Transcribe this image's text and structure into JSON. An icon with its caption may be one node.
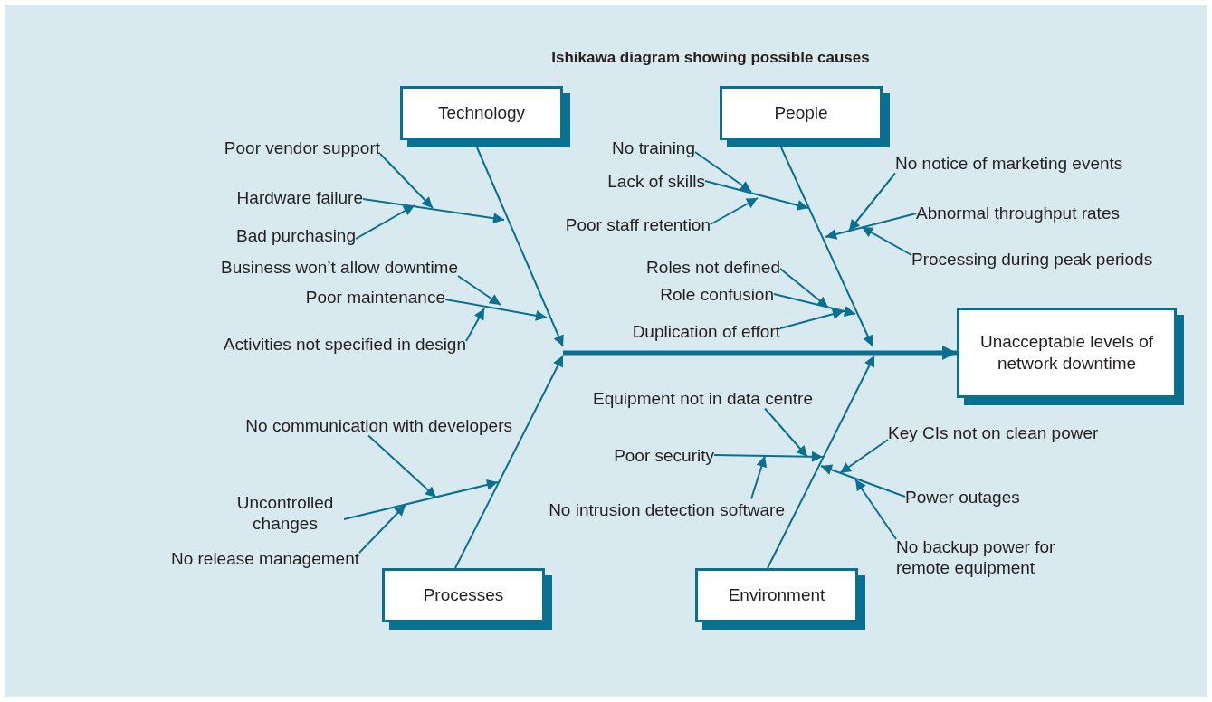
{
  "diagram": {
    "title": "Ishikawa diagram showing possible causes",
    "nodes": [
      {
        "text": [
          "Technology"
        ]
      },
      {
        "text": [
          "People"
        ]
      },
      {
        "text": [
          "Poor vendor support"
        ]
      },
      {
        "text": [
          "No training"
        ]
      },
      {
        "text": [
          "No notice of marketing events"
        ]
      },
      {
        "text": [
          "Hardware failure"
        ]
      },
      {
        "text": [
          "Lack of skills"
        ]
      },
      {
        "text": [
          "Abnormal throughput rates"
        ]
      },
      {
        "text": [
          "Poor staff retention"
        ]
      },
      {
        "text": [
          "Bad purchasing"
        ]
      },
      {
        "text": [
          "Processing during peak periods"
        ]
      },
      {
        "text": [
          "Business won’t allow downtime"
        ]
      },
      {
        "text": [
          "Roles not defined"
        ]
      },
      {
        "text": [
          "Poor maintenance"
        ]
      },
      {
        "text": [
          "Role confusion"
        ]
      },
      {
        "text": [
          "Duplication of effort"
        ]
      },
      {
        "text": [
          "Activities not specified in design"
        ]
      },
      {
        "text": [
          "Unacceptable levels of network downtime"
        ]
      },
      {
        "text": [
          "Equipment not in data centre"
        ]
      },
      {
        "text": [
          "No communication with developers"
        ]
      },
      {
        "text": [
          "Key CIs not on clean power"
        ]
      },
      {
        "text": [
          "Poor security"
        ]
      },
      {
        "text": [
          "No intrusion detection software"
        ]
      },
      {
        "text": [
          "Power outages"
        ]
      },
      {
        "text": [
          "Uncontrolled changes"
        ]
      },
      {
        "text": [
          "No release management"
        ]
      },
      {
        "text": [
          "No backup power for remote equipment"
        ]
      },
      {
        "text": [
          "Processes"
        ]
      },
      {
        "text": [
          "Environment"
        ]
      }
    ],
    "edges": [
      {
        "from": 0,
        "to": null,
        "arrow": "to"
      },
      {
        "from": 1,
        "to": null,
        "arrow": "to"
      },
      {
        "from": 27,
        "to": null,
        "arrow": "to"
      },
      {
        "from": 28,
        "to": null,
        "arrow": "to"
      },
      {
        "from": null,
        "to": 17,
        "arrow": "to",
        "style": "thick"
      },
      {
        "from": 5,
        "to": null,
        "arrow": "to"
      },
      {
        "from": 2,
        "to": null,
        "arrow": "to"
      },
      {
        "from": 9,
        "to": null,
        "arrow": "to"
      },
      {
        "from": 13,
        "to": null,
        "arrow": "to"
      },
      {
        "from": 11,
        "to": null,
        "arrow": "to"
      },
      {
        "from": 16,
        "to": null,
        "arrow": "to"
      },
      {
        "from": 6,
        "to": null,
        "arrow": "to"
      },
      {
        "from": 3,
        "to": null,
        "arrow": "to"
      },
      {
        "from": 8,
        "to": null,
        "arrow": "to"
      },
      {
        "from": 7,
        "to": null,
        "arrow": "to"
      },
      {
        "from": 4,
        "to": null,
        "arrow": "to"
      },
      {
        "from": 10,
        "to": null,
        "arrow": "to"
      },
      {
        "from": 14,
        "to": null,
        "arrow": "to"
      },
      {
        "from": 12,
        "to": null,
        "arrow": "to"
      },
      {
        "from": 15,
        "to": null,
        "arrow": "to"
      },
      {
        "from": 24,
        "to": null,
        "arrow": "to"
      },
      {
        "from": 19,
        "to": null,
        "arrow": "to"
      },
      {
        "from": 25,
        "to": null,
        "arrow": "to"
      },
      {
        "from": 21,
        "to": null,
        "arrow": "to"
      },
      {
        "from": 18,
        "to": null,
        "arrow": "to"
      },
      {
        "from": 22,
        "to": null,
        "arrow": "to"
      },
      {
        "from": 23,
        "to": null,
        "arrow": "to"
      },
      {
        "from": 20,
        "to": null,
        "arrow": "to"
      },
      {
        "from": 26,
        "to": null,
        "arrow": "to"
      }
    ]
  }
}
